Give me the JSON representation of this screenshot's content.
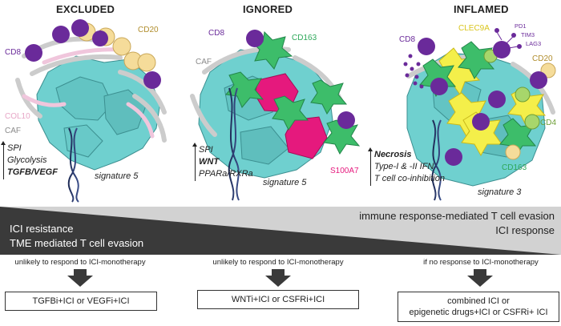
{
  "panels": {
    "excluded": {
      "title": "EXCLUDED",
      "labels": {
        "cd8": "CD8",
        "cd20": "CD20",
        "col10": "COL10",
        "caf": "CAF"
      },
      "signatures": [
        "SPI",
        "Glycolysis",
        "TGFB/VEGF"
      ],
      "signature_name": "signature 5"
    },
    "ignored": {
      "title": "IGNORED",
      "labels": {
        "cd8": "CD8",
        "cd163": "CD163",
        "caf": "CAF",
        "s100a7": "S100A7"
      },
      "signatures": [
        "SPI",
        "WNT",
        "PPARa/RXRa"
      ],
      "signature_name": "signature 5"
    },
    "inflamed": {
      "title": "INFLAMED",
      "labels": {
        "cd8": "CD8",
        "clec9a": "CLEC9A",
        "pd1": "PD1",
        "tim3": "TIM3",
        "lag3": "LAG3",
        "cd20": "CD20",
        "cd4": "CD4",
        "cd163": "CD163"
      },
      "signatures": [
        "Necrosis",
        "Type-I & -II IFN",
        "T cell co-inhibition"
      ],
      "signature_name": "signature 3"
    }
  },
  "gradient_bar": {
    "left_line1": "ICI resistance",
    "left_line2": "TME mediated T cell evasion",
    "right_line1": "immune response-mediated T cell evasion",
    "right_line2": "ICI response"
  },
  "responses": [
    {
      "note": "unlikely to respond to ICI-monotherapy",
      "therapy": [
        "TGFBi+ICI or VEGFi+ICI"
      ]
    },
    {
      "note": "unlikely to respond to ICI-monotherapy",
      "therapy": [
        "WNTi+ICI or CSFRi+ICI"
      ]
    },
    {
      "note": "if no response to ICI-monotherapy",
      "therapy": [
        "combined ICI or",
        "epigenetic drugs+ICI or CSFRi+ ICI"
      ]
    }
  ],
  "colors": {
    "tumor": "#6fd0cf",
    "cd8": "#6a2a9a",
    "cd20": "#f5dc9a",
    "cd163": "#3dbd6a",
    "s100a7": "#e5197d",
    "clec9a": "#f4ef4a",
    "cd4": "#a7d66b",
    "caf": "#c8c8c8",
    "col10": "#f0c6dc",
    "dark_bar": "#3a3a3a",
    "light_bar": "#d2d2d2"
  }
}
